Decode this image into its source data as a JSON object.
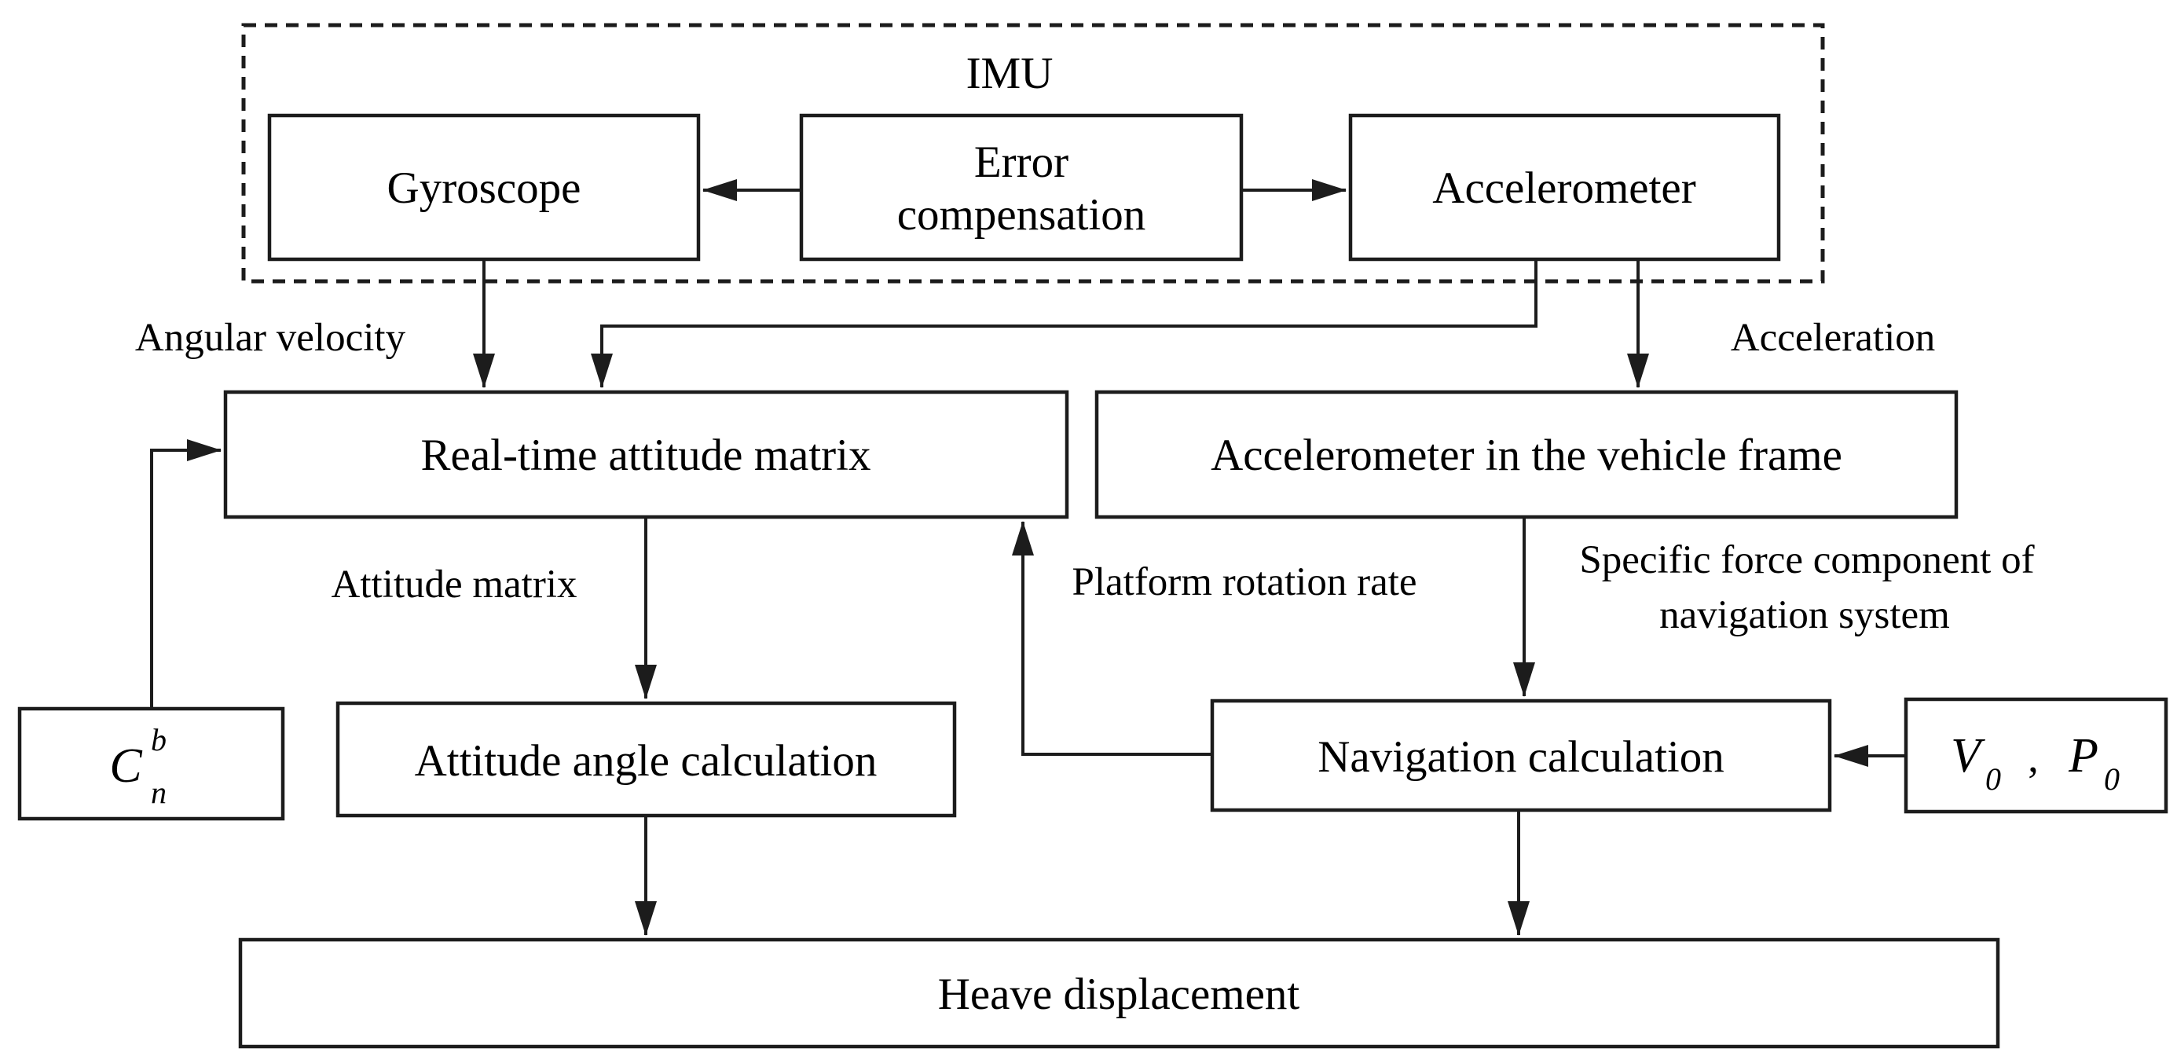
{
  "colors": {
    "background": "#ffffff",
    "line": "#1c1c1c",
    "text": "#000000"
  },
  "imu_group": {
    "label": "IMU"
  },
  "nodes": {
    "gyroscope": {
      "label": "Gyroscope"
    },
    "error_compensation": {
      "line1": "Error",
      "line2": "compensation"
    },
    "accelerometer": {
      "label": "Accelerometer"
    },
    "realtime_attitude_matrix": {
      "label": "Real-time attitude matrix"
    },
    "accelerometer_vehicle_frame": {
      "label": "Accelerometer in the vehicle frame"
    },
    "initial_attitude_matrix": {
      "base": "C",
      "superscript": "b",
      "subscript": "n"
    },
    "attitude_angle_calculation": {
      "label": "Attitude angle calculation"
    },
    "navigation_calculation": {
      "label": "Navigation calculation"
    },
    "initial_velocity_position": {
      "v": "V",
      "v_sub": "0",
      "separator": ",",
      "p": "P",
      "p_sub": "0"
    },
    "heave_displacement": {
      "label": "Heave displacement"
    }
  },
  "edge_labels": {
    "angular_velocity": "Angular velocity",
    "acceleration": "Acceleration",
    "attitude_matrix": "Attitude matrix",
    "platform_rotation_rate": "Platform rotation rate",
    "specific_force_line1": "Specific force component of",
    "specific_force_line2": "navigation system"
  }
}
